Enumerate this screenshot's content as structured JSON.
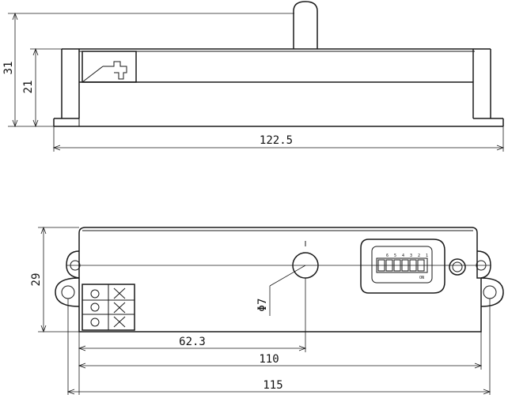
{
  "side_view": {
    "dim_total_height": "31",
    "dim_body_height": "21",
    "dim_length": "122.5"
  },
  "top_view": {
    "dim_height": "29",
    "dim_hole_diameter": "Φ7",
    "dim_hole_offset": "62.3",
    "dim_body_length": "110",
    "dim_total_length": "115",
    "dip_switch_numbers": [
      "1",
      "2",
      "3",
      "4",
      "5",
      "6"
    ],
    "dip_switch_label": "ON"
  }
}
